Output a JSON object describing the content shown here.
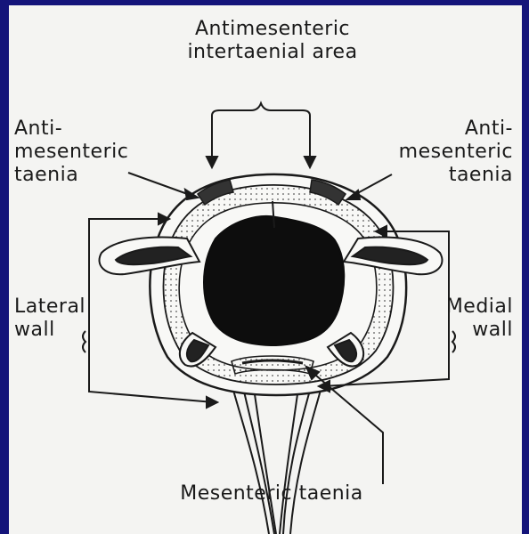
{
  "labels": {
    "antimesenteric_area_line1": "Antimesenteric",
    "antimesenteric_area_line2": "intertaenial area",
    "left_taenia_line1": "Anti-",
    "left_taenia_line2": "mesenteric",
    "left_taenia_line3": "taenia",
    "right_taenia_line1": "Anti-",
    "right_taenia_line2": "mesenteric",
    "right_taenia_line3": "taenia",
    "lateral_wall_line1": "Lateral",
    "lateral_wall_line2": "wall",
    "medial_wall_line1": "Medial",
    "medial_wall_line2": "wall",
    "mesenteric_taenia": "Mesenteric taenia"
  },
  "colors": {
    "border": "#14147a",
    "background": "#f4f4f2",
    "ink": "#1a1a1a",
    "lumen": "#0d0d0d"
  }
}
